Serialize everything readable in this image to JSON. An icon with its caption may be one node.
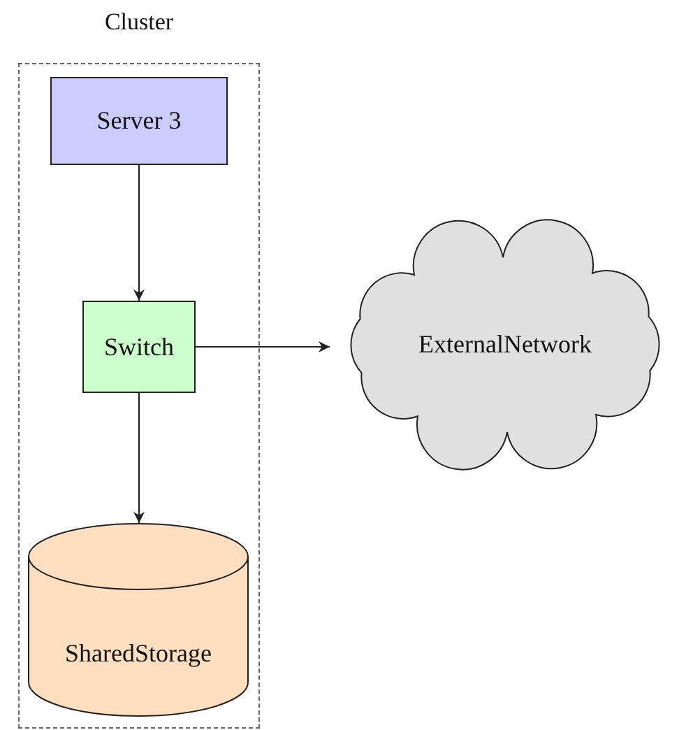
{
  "diagram": {
    "nodes": [
      {
        "text": [
          "Cluster"
        ]
      },
      {
        "text": [
          "Server 3"
        ],
        "in": 0
      },
      {
        "text": [
          "Switch"
        ],
        "in": 0
      },
      {
        "text": [
          "SharedStorage"
        ],
        "in": 0
      },
      {
        "text": [
          "ExternalNetwork"
        ]
      }
    ],
    "edges": [
      {
        "from": 1,
        "to": 2,
        "arrow": "to"
      },
      {
        "from": 2,
        "to": 4,
        "arrow": "to"
      },
      {
        "from": 2,
        "to": 3,
        "arrow": "to"
      }
    ]
  }
}
